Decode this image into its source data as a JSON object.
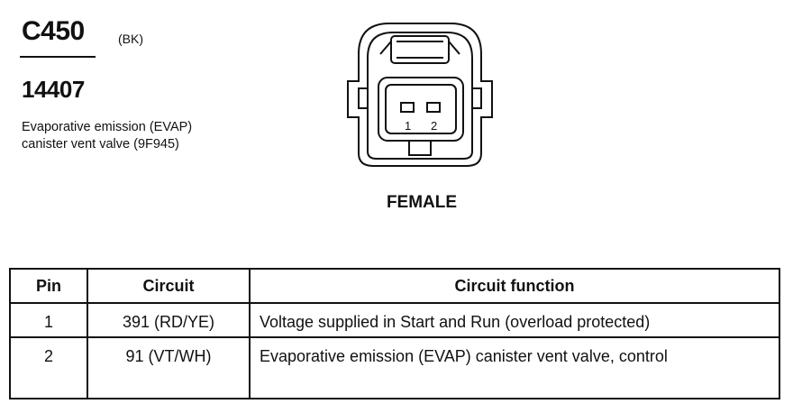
{
  "connector": {
    "id": "C450",
    "color": "(BK)",
    "part_number": "14407",
    "description_lines": [
      "Evaporative emission (EVAP)",
      "canister vent valve (9F945)"
    ],
    "gender": "FEMALE",
    "cavity_labels": [
      "1",
      "2"
    ]
  },
  "table": {
    "headers": [
      "Pin",
      "Circuit",
      "Circuit function"
    ],
    "rows": [
      {
        "pin": "1",
        "circuit": "391 (RD/YE)",
        "function": "Voltage supplied in Start and Run (overload protected)"
      },
      {
        "pin": "2",
        "circuit": "91 (VT/WH)",
        "function": "Evaporative emission (EVAP) canister vent valve, control"
      }
    ]
  }
}
